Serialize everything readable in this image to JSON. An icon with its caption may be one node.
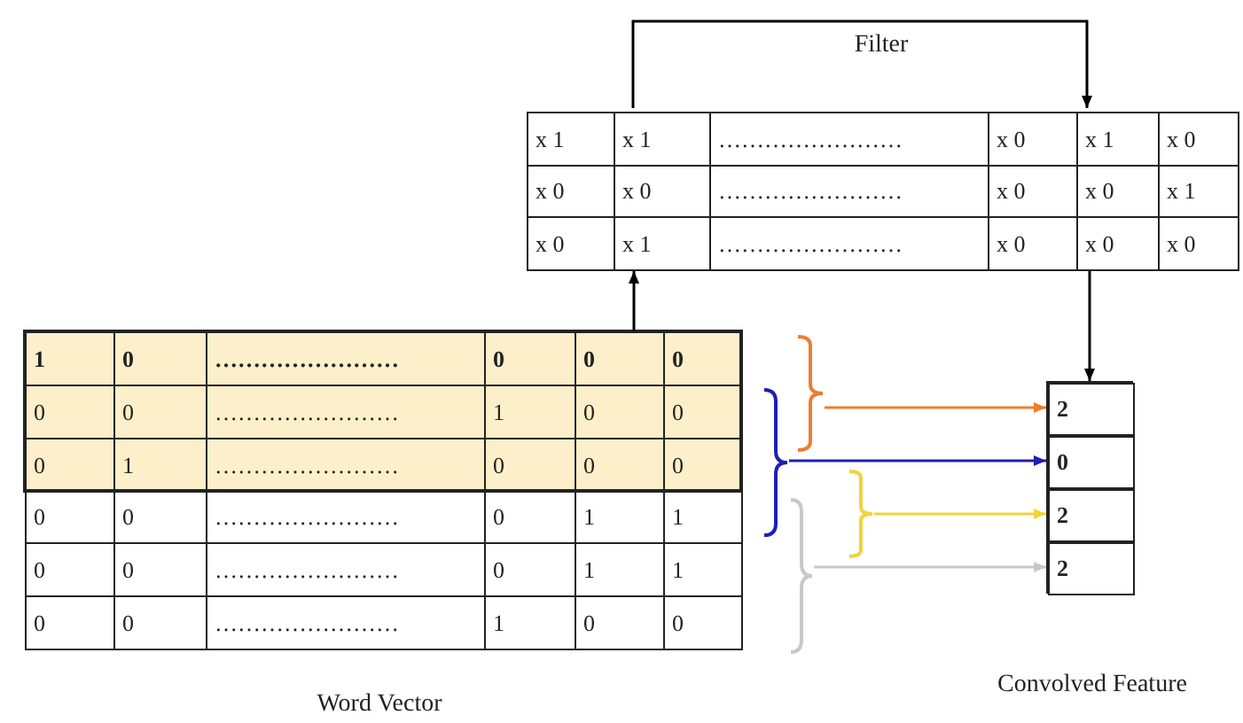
{
  "diagram": {
    "nodes": [
      {
        "text": [
          "x 1",
          "x 1",
          "……………………",
          "x 0",
          "x 1",
          "x 0",
          "x 0",
          "x 0",
          "……………………",
          "x 0",
          "x 0",
          "x 1",
          "x 0",
          "x 1",
          "……………………",
          "x 0",
          "x 0",
          "x 0"
        ],
        "beside": [
          "Filter"
        ]
      },
      {
        "text": [
          "1",
          "0",
          "……………………",
          "0",
          "0",
          "0",
          "0",
          "0",
          "……………………",
          "1",
          "0",
          "0",
          "0",
          "1",
          "……………………",
          "0",
          "0",
          "0",
          "0",
          "0",
          "……………………",
          "0",
          "1",
          "1",
          "0",
          "0",
          "……………………",
          "0",
          "1",
          "1",
          "0",
          "0",
          "……………………",
          "1",
          "0",
          "0"
        ],
        "beside": [
          "Word Vector"
        ]
      },
      {
        "text": [],
        "shape": "box",
        "beside": [
          "Convolved Feature"
        ]
      },
      {
        "text": [
          "2"
        ],
        "in": 2
      },
      {
        "text": [
          "0"
        ],
        "in": 2
      },
      {
        "text": [
          "2"
        ],
        "in": 2
      },
      {
        "text": [
          "2"
        ],
        "in": 2
      },
      {
        "text": [],
        "shape": "brace"
      },
      {
        "text": [],
        "shape": "brace"
      },
      {
        "text": [],
        "shape": "brace"
      },
      {
        "text": [],
        "shape": "brace"
      }
    ],
    "edges": [
      {
        "from": 1,
        "to": 0,
        "arrow": "to"
      },
      {
        "from": 0,
        "to": 2,
        "arrow": "to"
      },
      {
        "from": 7,
        "to": 3,
        "arrow": "to",
        "color": "#ed7d31"
      },
      {
        "from": 8,
        "to": 4,
        "arrow": "to",
        "color": "#1f1fb0"
      },
      {
        "from": 9,
        "to": 5,
        "arrow": "to",
        "color": "#f2d23c"
      },
      {
        "from": 10,
        "to": 6,
        "arrow": "to",
        "color": "#c8c8c8"
      }
    ]
  }
}
